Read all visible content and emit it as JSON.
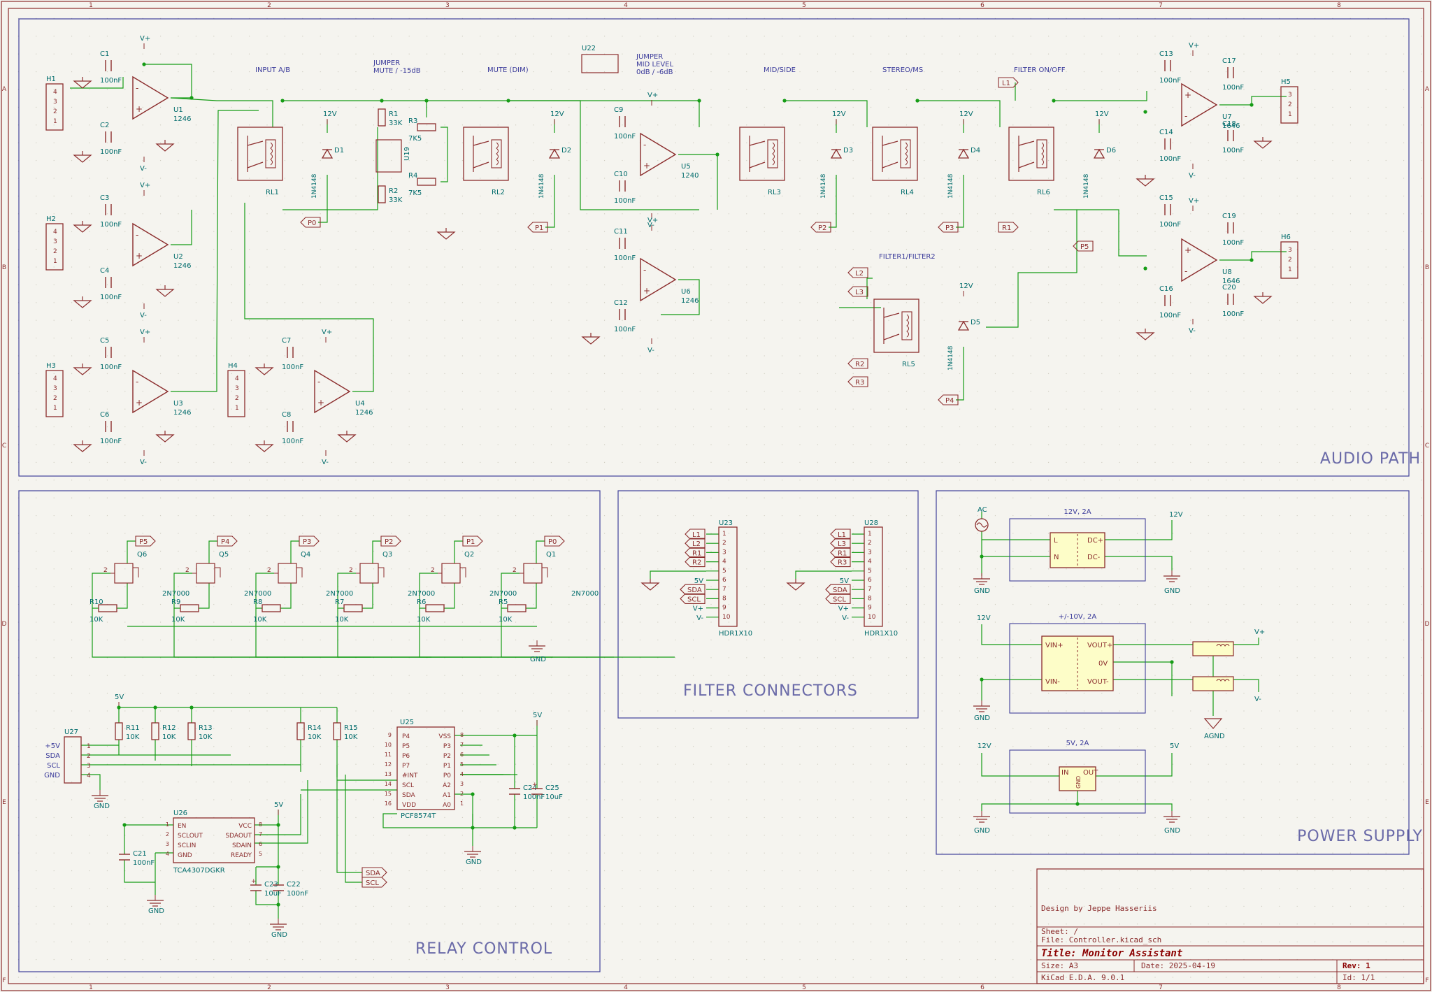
{
  "colors": {
    "background": "#f5f4ef",
    "border": "#8b2c2c",
    "frame": "#40409a",
    "wire": "#169c16",
    "part": "#8b2c2c",
    "partFill": "#fdfdc8",
    "refText": "#006b6b",
    "sectionTitle": "#6a6aa8",
    "noteText": "#3a3a9a",
    "titleText": "#8b0000"
  },
  "column_ticks": [
    "1",
    "2",
    "3",
    "4",
    "5",
    "6",
    "7",
    "8"
  ],
  "row_ticks": [
    "A",
    "B",
    "C",
    "D",
    "E",
    "F"
  ],
  "sections": {
    "audio_path": "AUDIO PATH",
    "relay_control": "RELAY CONTROL",
    "filter_connectors": "FILTER CONNECTORS",
    "power_supply": "POWER SUPPLY"
  },
  "notes": {
    "input_ab": "INPUT A/B",
    "jumper_mute_1": "JUMPER",
    "jumper_mute_2": "MUTE / -15dB",
    "mute_dim": "MUTE (DIM)",
    "jumper_mid_1": "JUMPER",
    "jumper_mid_2": "MID LEVEL",
    "jumper_mid_3": "0dB / -6dB",
    "mid_side": "MID/SIDE",
    "stereo_ms": "STEREO/MS",
    "filter_onoff": "FILTER ON/OFF",
    "filter12": "FILTER1/FILTER2"
  },
  "audio": {
    "opamps": [
      {
        "ref": "U1",
        "val": "1246"
      },
      {
        "ref": "U2",
        "val": "1246"
      },
      {
        "ref": "U3",
        "val": "1246"
      },
      {
        "ref": "U4",
        "val": "1246"
      },
      {
        "ref": "U5",
        "val": "1240"
      },
      {
        "ref": "U6",
        "val": "1246"
      },
      {
        "ref": "U7",
        "val": "1646"
      },
      {
        "ref": "U8",
        "val": "1646"
      }
    ],
    "caps": [
      {
        "ref": "C1",
        "val": "100nF"
      },
      {
        "ref": "C2",
        "val": "100nF"
      },
      {
        "ref": "C3",
        "val": "100nF"
      },
      {
        "ref": "C4",
        "val": "100nF"
      },
      {
        "ref": "C5",
        "val": "100nF"
      },
      {
        "ref": "C6",
        "val": "100nF"
      },
      {
        "ref": "C7",
        "val": "100nF"
      },
      {
        "ref": "C8",
        "val": "100nF"
      },
      {
        "ref": "C9",
        "val": "100nF"
      },
      {
        "ref": "C10",
        "val": "100nF"
      },
      {
        "ref": "C11",
        "val": "100nF"
      },
      {
        "ref": "C12",
        "val": "100nF"
      },
      {
        "ref": "C13",
        "val": "100nF"
      },
      {
        "ref": "C14",
        "val": "100nF"
      },
      {
        "ref": "C15",
        "val": "100nF"
      },
      {
        "ref": "C16",
        "val": "100nF"
      },
      {
        "ref": "C17",
        "val": "100nF"
      },
      {
        "ref": "C18",
        "val": "100nF"
      },
      {
        "ref": "C19",
        "val": "100nF"
      },
      {
        "ref": "C20",
        "val": "100nF"
      }
    ],
    "headers": [
      "H1",
      "H2",
      "H3",
      "H4",
      "H5",
      "H6"
    ],
    "relays": [
      "RL1",
      "RL2",
      "RL3",
      "RL4",
      "RL5",
      "RL6"
    ],
    "diodes": [
      "D1",
      "D2",
      "D3",
      "D4",
      "D5",
      "D6"
    ],
    "diode_value": "1N4148",
    "resistors": [
      {
        "ref": "R1",
        "val": "33K"
      },
      {
        "ref": "R2",
        "val": "33K"
      },
      {
        "ref": "R3",
        "val": "7K5"
      },
      {
        "ref": "R4",
        "val": "7K5"
      }
    ],
    "u19": "U19",
    "u22": "U22",
    "v_plus": "V+",
    "v_minus": "V-",
    "v12": "12V",
    "labels": {
      "P0": "P0",
      "P1": "P1",
      "P2": "P2",
      "P3": "P3",
      "P4": "P4",
      "P5": "P5",
      "L1": "L1",
      "L2": "L2",
      "L3": "L3",
      "R1": "R1",
      "R2": "R2",
      "R3": "R3"
    }
  },
  "relay_control": {
    "transistors": [
      {
        "ref": "Q6",
        "val": "2N7000",
        "net": "P5",
        "r": "R10"
      },
      {
        "ref": "Q5",
        "val": "2N7000",
        "net": "P4",
        "r": "R9"
      },
      {
        "ref": "Q4",
        "val": "2N7000",
        "net": "P3",
        "r": "R8"
      },
      {
        "ref": "Q3",
        "val": "2N7000",
        "net": "P2",
        "r": "R7"
      },
      {
        "ref": "Q2",
        "val": "2N7000",
        "net": "P1",
        "r": "R6"
      },
      {
        "ref": "Q1",
        "val": "2N7000",
        "net": "P0",
        "r": "R5"
      }
    ],
    "res_val": "10K",
    "pullups": [
      {
        "ref": "R11",
        "val": "10K"
      },
      {
        "ref": "R12",
        "val": "10K"
      },
      {
        "ref": "R13",
        "val": "10K"
      },
      {
        "ref": "R14",
        "val": "10K"
      },
      {
        "ref": "R15",
        "val": "10K"
      }
    ],
    "u27": "U27",
    "u27_pins": [
      "+5V",
      "SDA",
      "SCL",
      "GND"
    ],
    "u25": {
      "ref": "U25",
      "val": "PCF8574T",
      "left": [
        "P4",
        "P5",
        "P6",
        "P7",
        "#INT",
        "SCL",
        "SDA",
        "VDD"
      ],
      "left_nums": [
        "9",
        "10",
        "11",
        "12",
        "13",
        "14",
        "15",
        "16"
      ],
      "right": [
        "VSS",
        "P3",
        "P2",
        "P1",
        "P0",
        "A2",
        "A1",
        "A0"
      ],
      "right_nums": [
        "8",
        "7",
        "6",
        "5",
        "4",
        "3",
        "2",
        "1"
      ]
    },
    "u26": {
      "ref": "U26",
      "val": "TCA4307DGKR",
      "left": [
        "EN",
        "SCLOUT",
        "SCLIN",
        "GND"
      ],
      "left_nums": [
        "1",
        "2",
        "3",
        "4"
      ],
      "right": [
        "VCC",
        "SDAOUT",
        "SDAIN",
        "READY"
      ],
      "right_nums": [
        "8",
        "7",
        "6",
        "5"
      ]
    },
    "c21": {
      "ref": "C21",
      "val": "100nF"
    },
    "c22": {
      "ref": "C22",
      "val": "100nF"
    },
    "c23": {
      "ref": "C23",
      "val": "10uF"
    },
    "c24": {
      "ref": "C24",
      "val": "100nF"
    },
    "c25": {
      "ref": "C25",
      "val": "10uF"
    },
    "v5": "5V",
    "gnd": "GND",
    "sda": "SDA",
    "scl": "SCL"
  },
  "filter_connectors": {
    "u23": {
      "ref": "U23",
      "val": "HDR1X10",
      "nets": [
        "L1",
        "L2",
        "R1",
        "R2",
        "",
        "5V",
        "SDA",
        "SCL",
        "V+",
        "V-"
      ]
    },
    "u28": {
      "ref": "U28",
      "val": "HDR1X10",
      "nets": [
        "L1",
        "L3",
        "R1",
        "R3",
        "",
        "5V",
        "SDA",
        "SCL",
        "V+",
        "V-"
      ]
    },
    "pins": [
      "1",
      "2",
      "3",
      "4",
      "5",
      "6",
      "7",
      "8",
      "9",
      "10"
    ]
  },
  "power": {
    "ac": "AC",
    "psu12": {
      "title": "12V, 2A",
      "pins_l": [
        "L",
        "N"
      ],
      "pins_r": [
        "DC+",
        "DC-"
      ],
      "out": "12V"
    },
    "psu10": {
      "title": "+/-10V, 2A",
      "pins_l": [
        "VIN+",
        "VIN-"
      ],
      "pins_r": [
        "VOUT+",
        "0V",
        "VOUT-"
      ],
      "in": "12V",
      "vp": "V+",
      "vm": "V-",
      "agnd": "AGND"
    },
    "psu5": {
      "title": "5V, 2A",
      "in_label": "IN",
      "gnd_label": "GND",
      "out_label": "OUT",
      "in": "12V",
      "out": "5V"
    },
    "gnd": "GND"
  },
  "title_block": {
    "designer": "Design by Jeppe Hasseriis",
    "sheet": "Sheet: /",
    "file": "File: Controller.kicad_sch",
    "title": "Title: Monitor Assistant",
    "size": "Size: A3",
    "date": "Date: 2025-04-19",
    "rev": "Rev: 1",
    "tool": "KiCad E.D.A. 9.0.1",
    "id": "Id: 1/1"
  }
}
